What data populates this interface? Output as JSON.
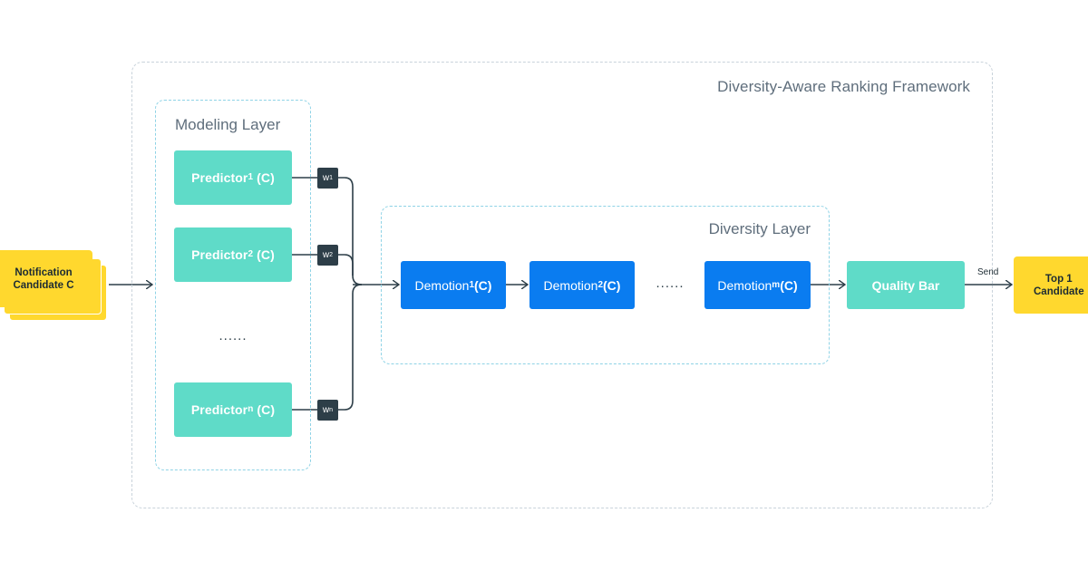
{
  "framework": {
    "title": "Diversity-Aware Ranking Framework"
  },
  "modeling_layer": {
    "title": "Modeling Layer",
    "predictors": [
      {
        "base": "Predictor",
        "sub": "1",
        "suffix": " (C)"
      },
      {
        "base": "Predictor",
        "sub": "2",
        "suffix": " (C)"
      },
      {
        "base": "Predictor",
        "sub": "n",
        "suffix": " (C)"
      }
    ],
    "ellipsis": "......",
    "weights": [
      {
        "base": "w",
        "sub": "1"
      },
      {
        "base": "w",
        "sub": "2"
      },
      {
        "base": "w",
        "sub": "n"
      }
    ]
  },
  "diversity_layer": {
    "title": "Diversity Layer",
    "demotions": [
      {
        "base": "Demotion",
        "sub": "1",
        "suffix": "(C)"
      },
      {
        "base": "Demotion",
        "sub": "2",
        "suffix": "(C)"
      },
      {
        "base": "Demotion",
        "sub": "m",
        "suffix": "(C)"
      }
    ],
    "ellipsis": "......"
  },
  "input": {
    "line1": "Notification",
    "line2": "Candidate C"
  },
  "quality_bar": {
    "label": "Quality Bar"
  },
  "output": {
    "send_label": "Send",
    "line1": "Top 1",
    "line2": "Candidate"
  },
  "colors": {
    "predictor": "#5fdbc8",
    "demotion": "#0a7cf0",
    "weight": "#2d3e48",
    "candidate_card": "#ffd82e",
    "connector": "#2d3e48",
    "layer_border": "#8fd3e6",
    "framework_border": "#c9d3db"
  }
}
